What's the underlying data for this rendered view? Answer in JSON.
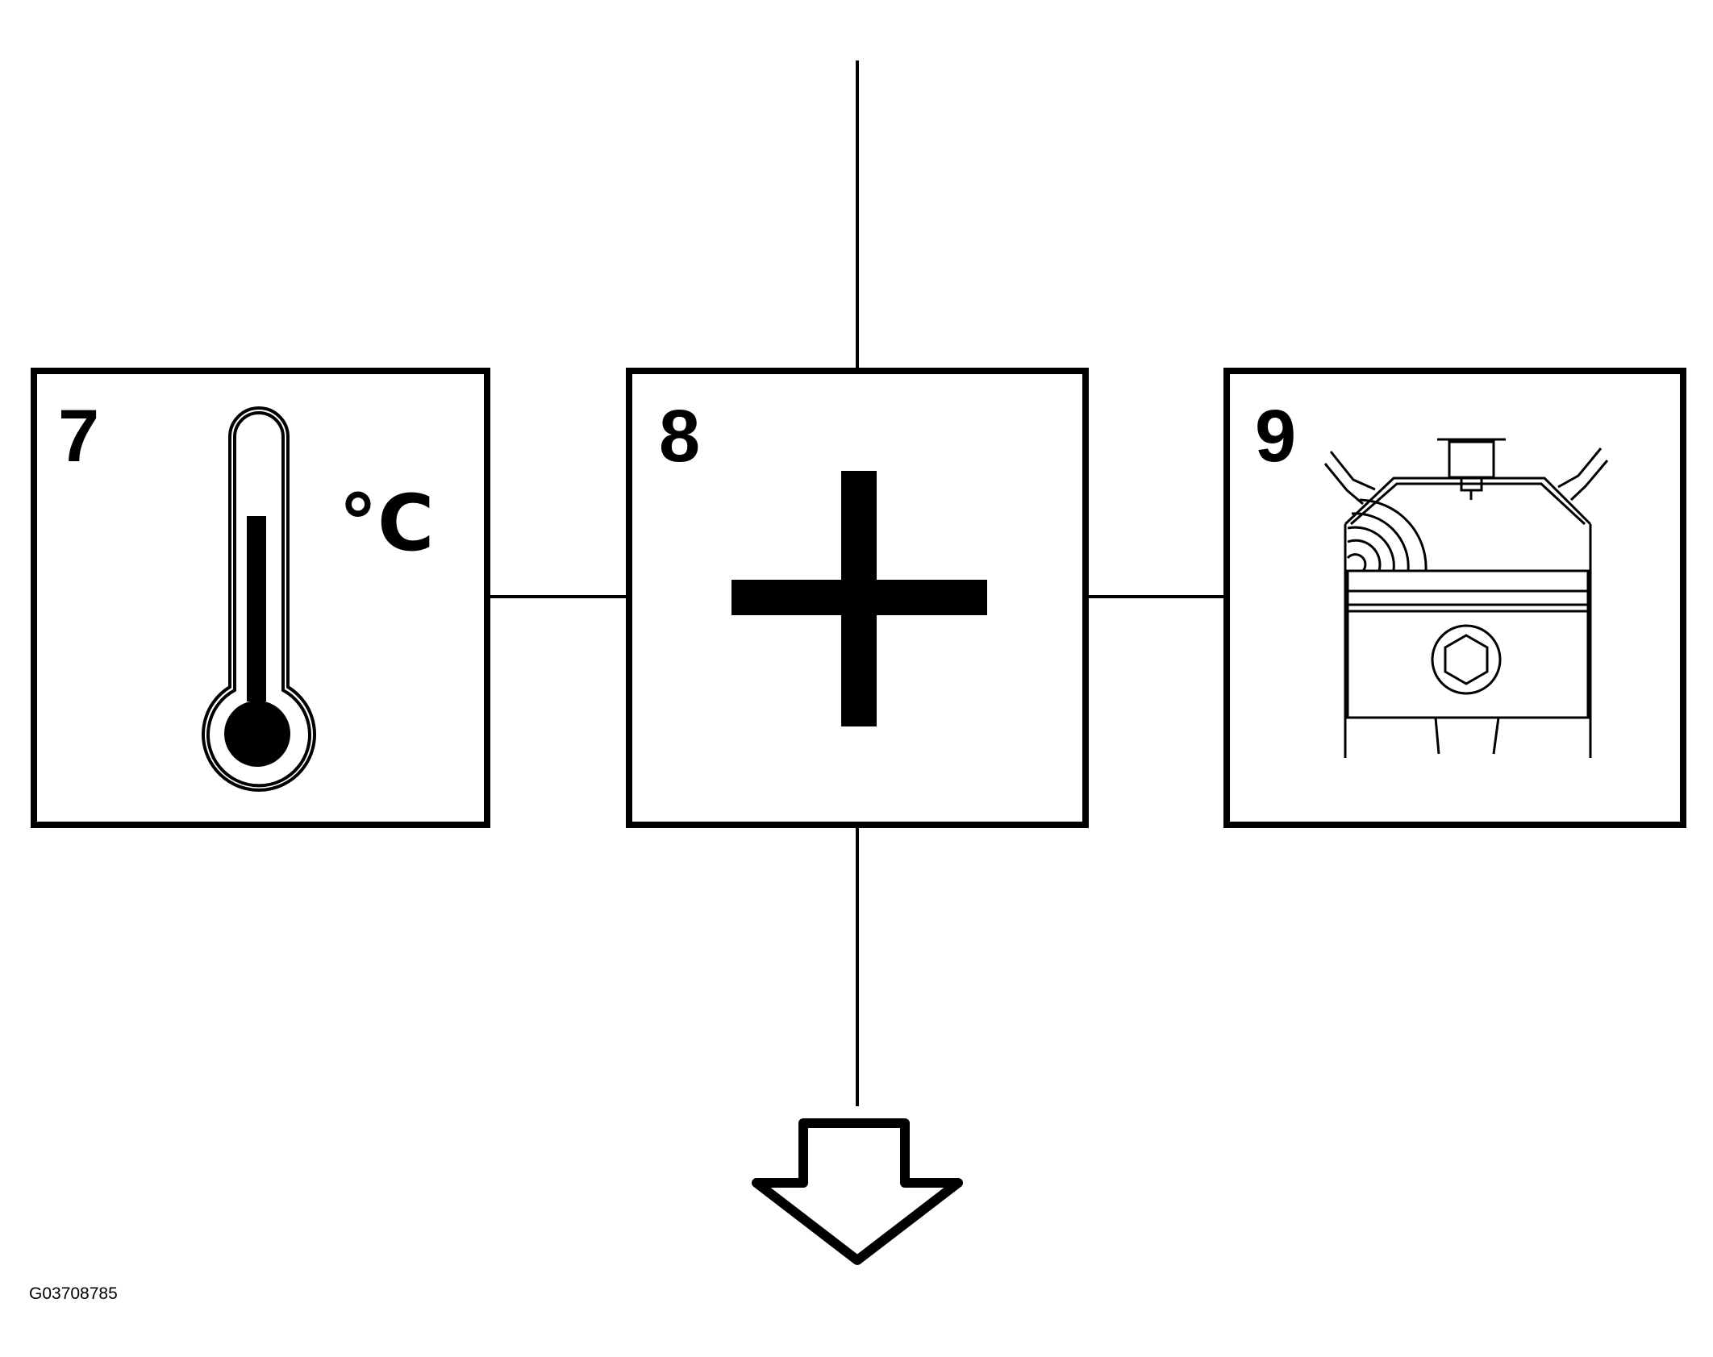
{
  "panels": [
    {
      "number": "7",
      "icon": "thermometer-icon",
      "unit_label": "°C"
    },
    {
      "number": "8",
      "icon": "plus-icon"
    },
    {
      "number": "9",
      "icon": "engine-piston-icon"
    }
  ],
  "flow": {
    "icon": "arrow-down-icon"
  },
  "figure_id": "G03708785",
  "colors": {
    "line": "#000000",
    "background": "#ffffff"
  }
}
